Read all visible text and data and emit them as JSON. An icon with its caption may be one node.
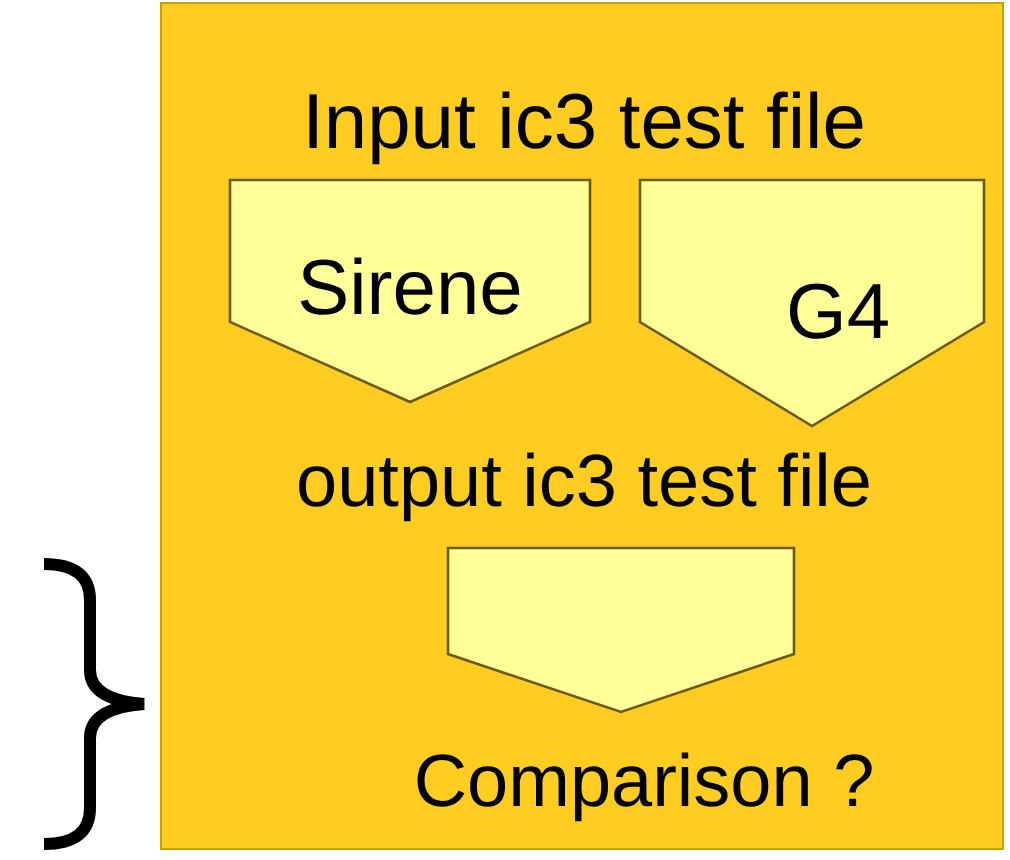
{
  "diagram": {
    "nodes": [
      {
        "text": [
          "Input ic3 test file",
          "output ic3 test file",
          "Comparison ?"
        ]
      },
      {
        "text": [
          "Sirene"
        ],
        "in": 0
      },
      {
        "text": [
          "G4"
        ],
        "in": 0
      },
      {
        "text": [],
        "shape": "pentagon",
        "in": 0
      }
    ]
  }
}
